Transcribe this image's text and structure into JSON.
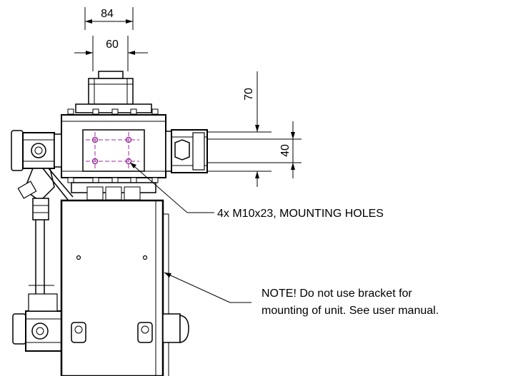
{
  "dimensions": {
    "top_outer": "84",
    "top_inner": "60",
    "side_upper": "70",
    "side_lower": "40"
  },
  "annotations": {
    "mounting_holes": "4x M10x23, MOUNTING HOLES",
    "note_line1": "NOTE! Do not use bracket for",
    "note_line2": "mounting of unit. See user manual."
  },
  "colors": {
    "line": "#000000",
    "hole_outline": "#9b2d9b",
    "background": "#ffffff"
  }
}
